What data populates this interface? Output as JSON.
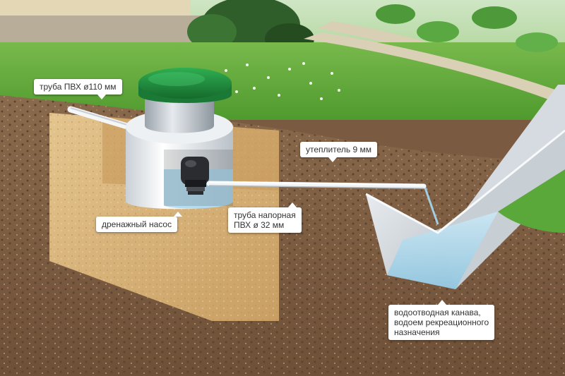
{
  "labels": {
    "pipe_110": "труба ПВХ ø110 мм",
    "insulation": "утеплитель 9 мм",
    "drainage_pump": "дренажный насос",
    "pressure_pipe": "труба напорная\nПВХ ø 32 мм",
    "ditch": "водоотводная канава,\nводоем рекреационного\nназначения"
  },
  "colors": {
    "lid": "#1e8a3c",
    "lawn": "#5fa83a",
    "soil": "#7a5a40",
    "sand": "#d8b47a",
    "water": "#a9d6ea",
    "tank": "#e9edf0"
  }
}
